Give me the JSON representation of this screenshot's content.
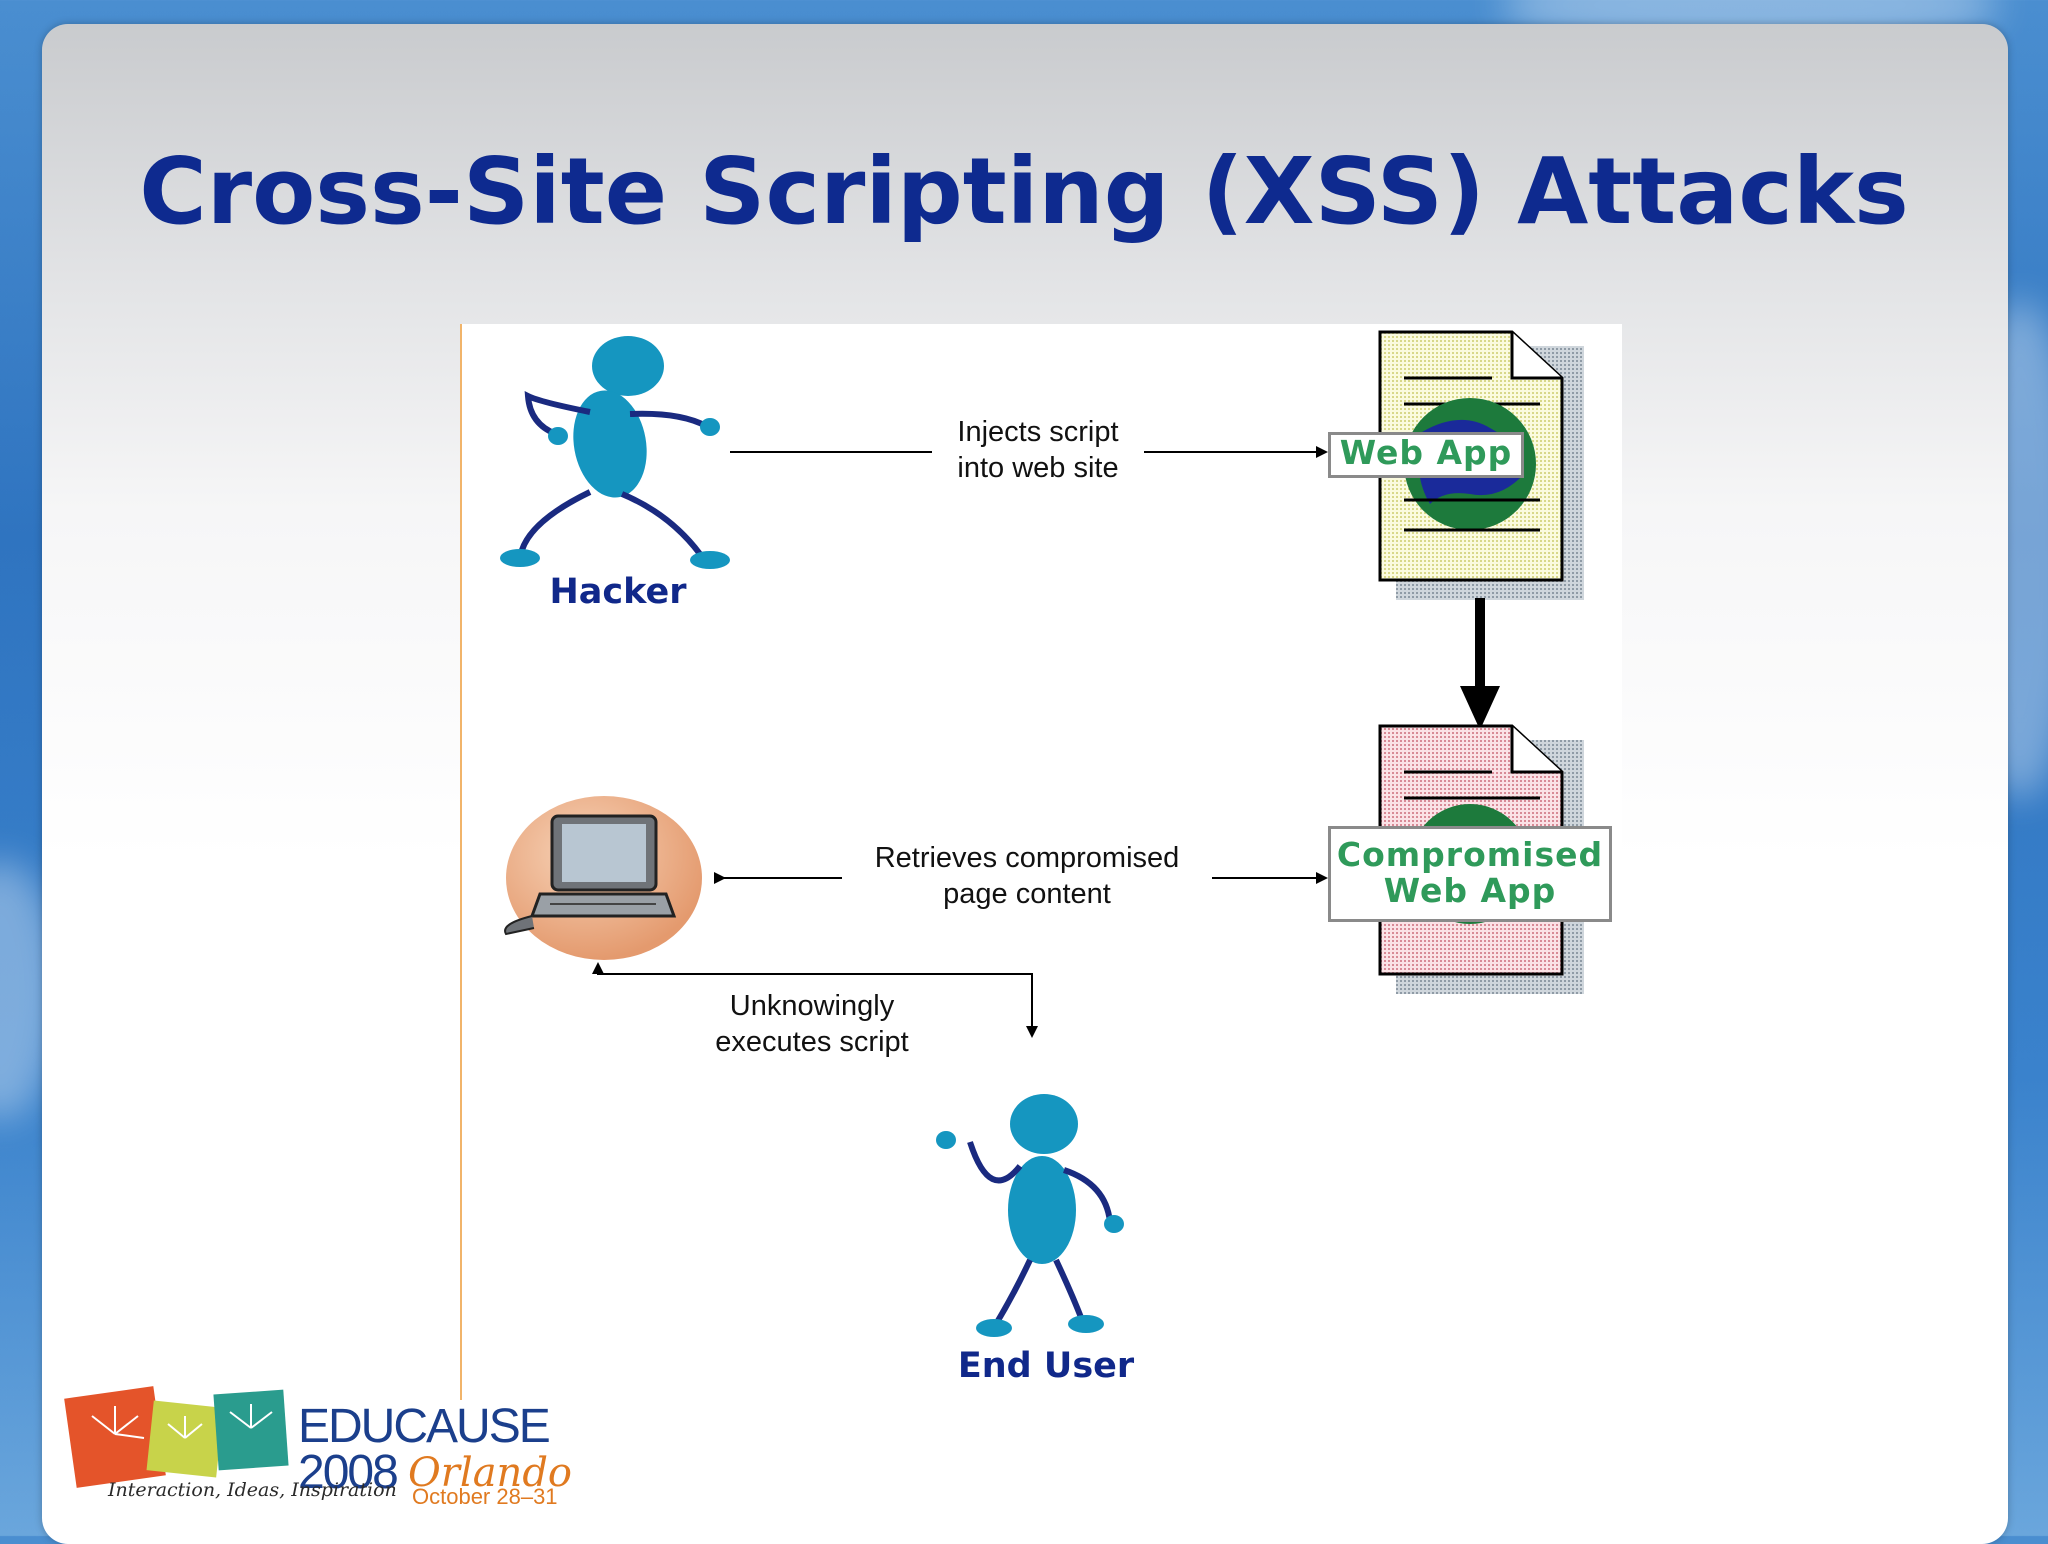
{
  "slide": {
    "title": "Cross-Site Scripting (XSS) Attacks"
  },
  "diagram": {
    "actors": {
      "hacker": "Hacker",
      "end_user": "End User"
    },
    "apps": {
      "web_app": "Web App",
      "compromised_app": "Compromised\nWeb App"
    },
    "arrows": {
      "inject": "Injects script\ninto web site",
      "retrieve": "Retrieves compromised\npage content",
      "execute": "Unknowingly\nexecutes script"
    }
  },
  "logo": {
    "brand": "EDUCAUSE",
    "year": "2008",
    "city": "Orlando",
    "dates": "October 28–31",
    "tagline": "Interaction, Ideas, Inspiration"
  },
  "colors": {
    "title": "#0e2a8f",
    "figure": "#1596c0",
    "app_label": "#2f9a5a"
  }
}
